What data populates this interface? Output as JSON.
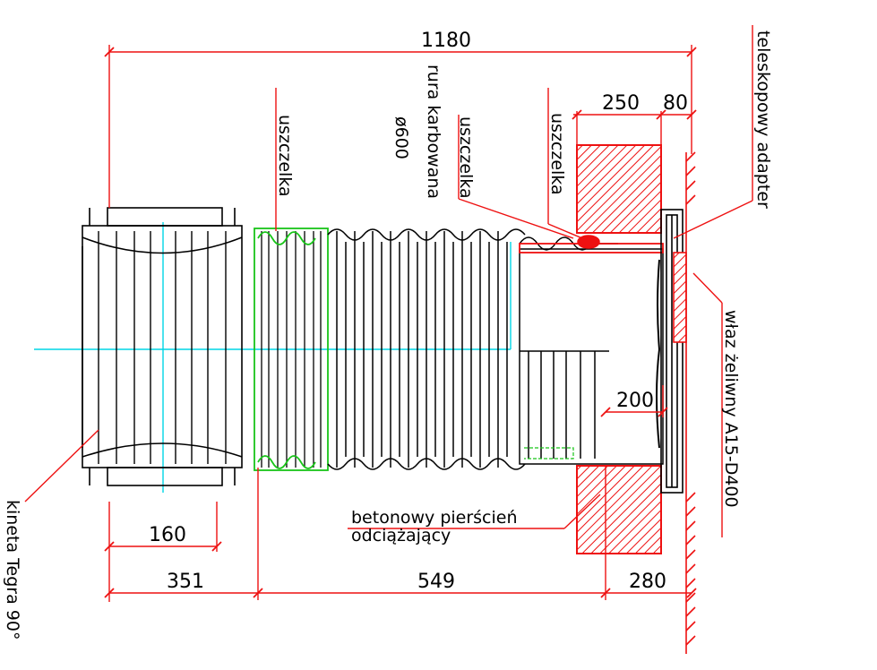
{
  "colors": {
    "red": "#ee1111",
    "cyan": "#00d5e5",
    "green": "#19c419",
    "black": "#000000",
    "background": "#ffffff"
  },
  "dimensions": {
    "total": "1180",
    "ring_width": "250",
    "adapter_width": "80",
    "base_160": "160",
    "base_351": "351",
    "pipe_549": "549",
    "top_280": "280",
    "adapter_200": "200"
  },
  "labels": {
    "gasket_left": "uszczelka",
    "pipe_line1": "rura karbowana",
    "pipe_line2": "ø600",
    "gasket_middle": "uszczelka",
    "gasket_right": "uszczelka",
    "adapter_line1": "teleskopowy adapter",
    "cover": "właz żeliwny A15-D400",
    "ring_line1": "betonowy pierścień",
    "ring_line2": "odciążający",
    "base": "kineta Tegra 90°"
  }
}
